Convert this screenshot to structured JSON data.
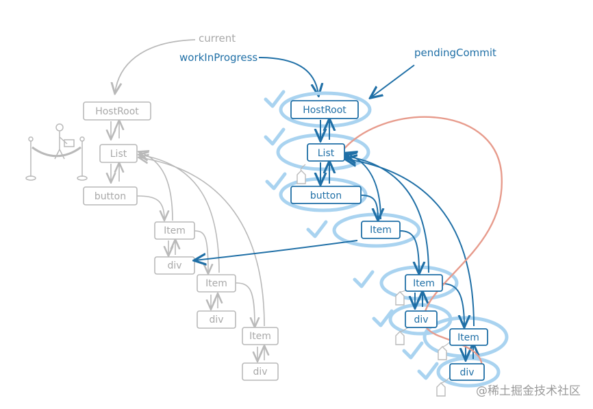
{
  "labels": {
    "current": "current",
    "work_in_progress": "workInProgress",
    "pending_commit": "pendingCommit"
  },
  "current_tree": {
    "host_root": "HostRoot",
    "list": "List",
    "button": "button",
    "item1": "Item",
    "div1": "div",
    "item2": "Item",
    "div2": "div",
    "item3": "Item",
    "div3": "div"
  },
  "wip_tree": {
    "host_root": "HostRoot",
    "list": "List",
    "button": "button",
    "item1": "Item",
    "item2": "Item",
    "div2": "div",
    "item3": "Item",
    "div3": "div"
  },
  "watermark": "@稀土掘金技术社区",
  "colors": {
    "current_gray": "#b9b9b9",
    "wip_blue": "#1f6fa6",
    "highlight_blue": "#a9d3f0",
    "effect_pink": "#e79b8c"
  }
}
